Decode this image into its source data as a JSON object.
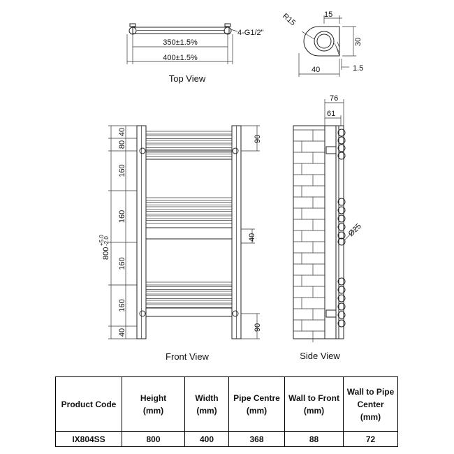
{
  "views": {
    "top": "Top View",
    "front": "Front View",
    "side": "Side View"
  },
  "dimensions": {
    "top": {
      "thread": "4-G1/2\"",
      "centres": "350±1.5%",
      "overall": "400±1.5%"
    },
    "detail": {
      "radius": "R15",
      "width": "15",
      "height": "30",
      "depth": "40",
      "gap": "1.5"
    },
    "front": {
      "height": "800",
      "height_tol_upper": "+5.0",
      "height_tol_lower": "-2.0",
      "left_spacings": [
        "40",
        "80",
        "160",
        "160",
        "160",
        "160",
        "40"
      ],
      "right_top": "90",
      "right_mid": "40",
      "right_bottom": "90"
    },
    "side": {
      "outer": "76",
      "inner": "61",
      "tube_dia": "Ø25"
    }
  },
  "table": {
    "headers": [
      "Product  Code",
      "Height\n(mm)",
      "Width\n(mm)",
      "Pipe Centre\n(mm)",
      "Wall to Front\n(mm)",
      "Wall to Pipe\nCenter\n(mm)"
    ],
    "rows": [
      [
        "IX804SS",
        "800",
        "400",
        "368",
        "88",
        "72"
      ]
    ]
  }
}
